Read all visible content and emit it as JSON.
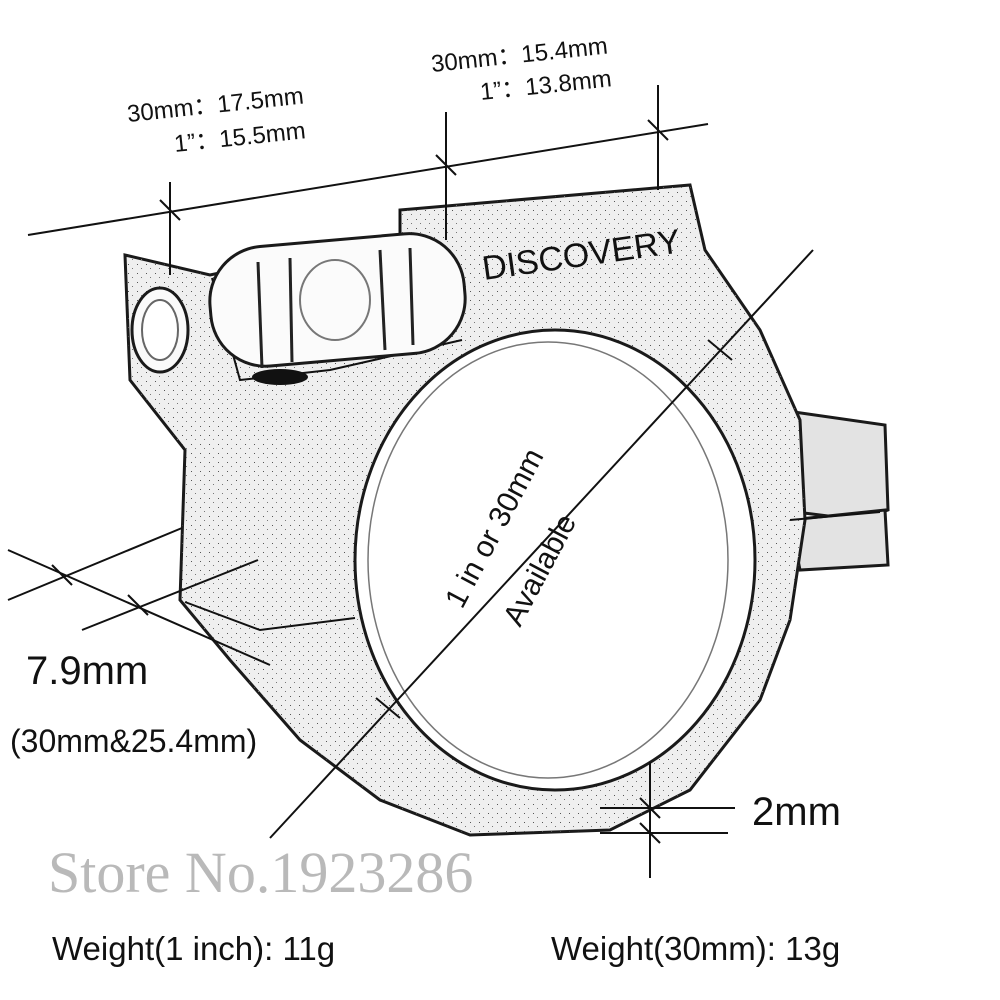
{
  "brand_mark": "DISCOVERY",
  "dimensions": {
    "left_30mm": "30mm：17.5mm",
    "left_1in": "1”：15.5mm",
    "right_30mm": "30mm：15.4mm",
    "right_1in": "1”：13.8mm",
    "thickness_value": "7.9mm",
    "thickness_note": "(30mm&25.4mm)",
    "bore_line1": "1 in or 30mm",
    "bore_line2": "Available",
    "gap": "2mm"
  },
  "watermark": "Store No.1923286",
  "weights": {
    "one_inch": "Weight(1 inch): 11g",
    "thirty_mm": "Weight(30mm): 13g"
  }
}
